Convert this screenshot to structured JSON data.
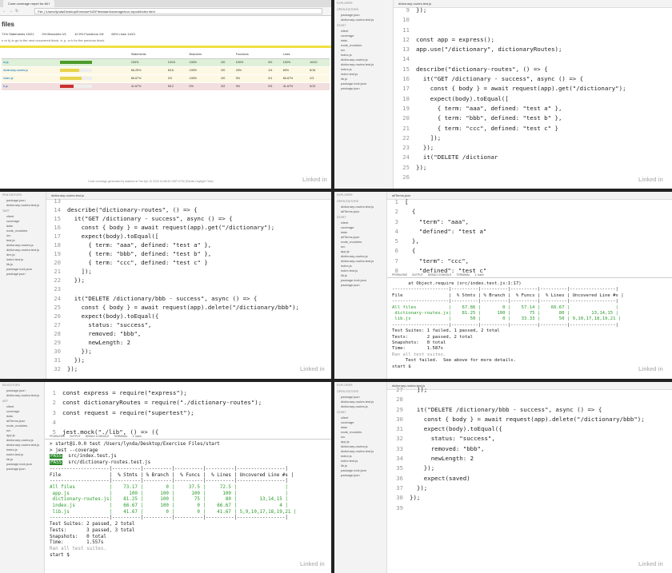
{
  "browser": {
    "tab_title": "Code coverage report for All f",
    "address": "File | /Users/lynda/Desktop/Exercise%20Files/start/coverage/lcov-report/index.html",
    "heading": "files",
    "summary": [
      "71% Statements 15/21",
      "0% Branches 0/1",
      "12.5% Functions 1/8",
      "66% Lines 14/21"
    ],
    "hint": "e or k) to go to the next uncovered block, b, p, or k for the previous block.",
    "columns": [
      "",
      "",
      "Statements",
      "",
      "Branches",
      "",
      "Functions",
      "",
      "Lines",
      ""
    ],
    "rows": [
      {
        "file": "st.js",
        "pct": "100%",
        "frac": "10/10",
        "b": "100%",
        "bf": "0/0",
        "f": "100%",
        "ff": "0/0",
        "l": "100%",
        "lf": "10/10",
        "fill": 1.0,
        "cls": "rg"
      },
      {
        "file": "dictionary-routes.js",
        "pct": "66.25%",
        "frac": "8/16",
        "b": "100%",
        "bf": "0/0",
        "f": "25%",
        "ff": "1/4",
        "l": "60%",
        "lf": "8/16",
        "fill": 0.6,
        "cls": "ry"
      },
      {
        "file": "index.js",
        "pct": "66.67%",
        "frac": "2/3",
        "b": "100%",
        "bf": "0/0",
        "f": "0%",
        "ff": "0/1",
        "l": "66.67%",
        "lf": "2/3",
        "fill": 0.67,
        "cls": "ry"
      },
      {
        "file": "b.js",
        "pct": "41.67%",
        "frac": "5/12",
        "b": "0%",
        "bf": "0/2",
        "f": "0%",
        "ff": "0/3",
        "l": "41.67%",
        "lf": "5/12",
        "fill": 0.42,
        "cls": "rr"
      }
    ],
    "footer": "Code coverage generated by istanbul at Tue Apr 10 2018 14:48:32 GMT-0700 (Pacific Daylight Time)"
  },
  "q2": {
    "tab": "dictionary-routes.test.js",
    "sidebar": [
      "EXPLORER",
      "OPEN EDITORS",
      "package.json",
      "dictionary-routes.test.js",
      "START",
      "client",
      "coverage",
      "data",
      "node_modules",
      "src",
      "index.js",
      "dictionary-routes.js",
      "dictionary-routes.test.js",
      "index.js",
      "index.test.js",
      "lib.js",
      "package-lock.json",
      "package.json"
    ],
    "lines": [
      {
        "n": "9",
        "t": "});"
      },
      {
        "n": "10",
        "t": ""
      },
      {
        "n": "11",
        "t": ""
      },
      {
        "n": "12",
        "t": "const app = express();"
      },
      {
        "n": "13",
        "t": "app.use(\"/dictionary\", dictionaryRoutes);"
      },
      {
        "n": "14",
        "t": ""
      },
      {
        "n": "15",
        "t": "describe(\"dictionary-routes\", () => {"
      },
      {
        "n": "16",
        "t": "  it(\"GET /dictionary - success\", async () => {"
      },
      {
        "n": "17",
        "t": "    const { body } = await request(app).get(\"/dictionary\");"
      },
      {
        "n": "18",
        "t": "    expect(body).toEqual(["
      },
      {
        "n": "19",
        "t": "      { term: \"aaa\", defined: \"test a\" },"
      },
      {
        "n": "20",
        "t": "      { term: \"bbb\", defined: \"test b\" },"
      },
      {
        "n": "21",
        "t": "      { term: \"ccc\", defined: \"test c\" }"
      },
      {
        "n": "22",
        "t": "    ]);"
      },
      {
        "n": "23",
        "t": "  });"
      },
      {
        "n": "24",
        "t": "  it(\"DELETE /dictionar"
      },
      {
        "n": "25",
        "t": "});"
      },
      {
        "n": "26",
        "t": ""
      }
    ]
  },
  "q3": {
    "tab": "dictionary-routes.test.js",
    "sidebar": [
      "PEN EDITORS",
      "package.json",
      "dictionary-routes.test.js",
      "TART",
      "client",
      "coverage",
      "data",
      "node_modules",
      "src",
      "test.js",
      "dictionary-routes.js",
      "dictionary-routes.test.js",
      "dex.js",
      "index.test.js",
      "lib.js",
      "package-lock.json",
      "package.json"
    ],
    "lines": [
      {
        "n": "13",
        "t": ""
      },
      {
        "n": "14",
        "t": "describe(\"dictionary-routes\", () => {"
      },
      {
        "n": "15",
        "t": "  it(\"GET /dictionary - success\", async () => {"
      },
      {
        "n": "16",
        "t": "    const { body } = await request(app).get(\"/dictionary\");"
      },
      {
        "n": "17",
        "t": "    expect(body).toEqual(["
      },
      {
        "n": "18",
        "t": "      { term: \"aaa\", defined: \"test a\" },"
      },
      {
        "n": "19",
        "t": "      { term: \"bbb\", defined: \"test b\" },"
      },
      {
        "n": "20",
        "t": "      { term: \"ccc\", defined: \"test c\" }"
      },
      {
        "n": "21",
        "t": "    ]);"
      },
      {
        "n": "22",
        "t": "  });"
      },
      {
        "n": "23",
        "t": ""
      },
      {
        "n": "24",
        "t": "  it(\"DELETE /dictionary/bbb - success\", async () => {"
      },
      {
        "n": "25",
        "t": "    const { body } = await request(app).delete(\"/dictionary/bbb\");"
      },
      {
        "n": "26",
        "t": "    expect(body).toEqual({"
      },
      {
        "n": "27",
        "t": "      status: \"success\","
      },
      {
        "n": "28",
        "t": "      removed: \"bbb\","
      },
      {
        "n": "29",
        "t": "      newLength: 2"
      },
      {
        "n": "30",
        "t": "    });"
      },
      {
        "n": "31",
        "t": "  });"
      },
      {
        "n": "32",
        "t": "});"
      }
    ]
  },
  "q4": {
    "tab": "allTerms.json",
    "sidebar": [
      "EXPLORER",
      "OPEN EDITORS",
      "dictionary-routes.test.js",
      "allTerms.json",
      "START",
      "client",
      "coverage",
      "data",
      "allTerms.json",
      "node_modules",
      "src",
      "app.js",
      "dictionary-routes.js",
      "dictionary-routes.test.js",
      "index.js",
      "index.test.js",
      "lib.js",
      "package-lock.json",
      "package.json"
    ],
    "lines": [
      {
        "n": "1",
        "t": "["
      },
      {
        "n": "2",
        "t": "  {"
      },
      {
        "n": "3",
        "t": "    \"term\": \"aaa\","
      },
      {
        "n": "4",
        "t": "    \"defined\": \"test a\""
      },
      {
        "n": "5",
        "t": "  },"
      },
      {
        "n": "6",
        "t": "  {"
      },
      {
        "n": "7",
        "t": "    \"term\": \"ccc\","
      },
      {
        "n": "8",
        "t": "    \"defined\": \"test c\""
      }
    ],
    "panel": [
      "PROBLEMS",
      "OUTPUT",
      "DEBUG CONSOLE",
      "TERMINAL",
      "1: bash"
    ],
    "terminal": [
      "      at Object.require (src/index.test.js:1:17)",
      "",
      "---------------------|----------|----------|----------|----------|-----------------|",
      "File                 |  % Stmts | % Branch |  % Funcs |  % Lines | Uncovered Line #s |",
      "---------------------|----------|----------|----------|----------|-----------------|",
      "All files            |    67.86 |        0 |    57.14 |    66.67 |                 |",
      " dictionary-routes.js|    81.25 |      100 |       75 |       80 |        13,14,15 |",
      " lib.js              |       50 |        0 |    33.33 |       50 | 9,10,17,18,19,21 |",
      "---------------------|----------|----------|----------|----------|-----------------|",
      "Test Suites: 1 failed, 1 passed, 2 total",
      "Tests:       2 passed, 2 total",
      "Snapshots:   0 total",
      "Time:        1.587s",
      "Ran all test suites.",
      "     Test failed.  See above for more details.",
      "start $ "
    ]
  },
  "q5": {
    "sidebar": [
      "EN EDITORS",
      "package.json",
      "dictionary-routes.test.js",
      "ART",
      "client",
      "coverage",
      "data",
      "allTerms.json",
      "node_modules",
      "src",
      "app.js",
      "dictionary-routes.js",
      "dictionary-routes.test.js",
      "index.js",
      "index.test.js",
      "lib.js",
      "package-lock.json",
      "package.json"
    ],
    "lines": [
      {
        "n": "1",
        "t": "const express = require(\"express\");"
      },
      {
        "n": "2",
        "t": "const dictionaryRoutes = require(\"./dictionary-routes\");"
      },
      {
        "n": "3",
        "t": "const request = require(\"supertest\");"
      },
      {
        "n": "4",
        "t": ""
      },
      {
        "n": "5",
        "t": "jest.mock(\"./lib\", () => ({"
      }
    ],
    "panel": [
      "PROBLEMS",
      "OUTPUT",
      "DEBUG CONSOLE",
      "TERMINAL",
      "1: bash"
    ],
    "terminal": [
      "> start@1.0.0 test /Users/lynda/Desktop/Exercise Files/start",
      "> jest --coverage",
      "",
      "PASS  src/index.test.js",
      "PASS  src/dictionary-routes.test.js",
      "---------------------|----------|----------|----------|----------|-----------------|",
      "File                 |  % Stmts | % Branch |  % Funcs |  % Lines | Uncovered Line #s |",
      "---------------------|----------|----------|----------|----------|-----------------|",
      "All files            |    73.17 |        0 |     37.5 |     72.5 |                 |",
      " app.js              |      100 |      100 |      100 |      100 |                 |",
      " dictionary-routes.js|    81.25 |      100 |       75 |       80 |        13,14,15 |",
      " index.js            |    66.67 |      100 |        0 |    66.67 |               4 |",
      " lib.js              |    41.67 |        0 |        0 |    41.67 | 5,9,10,17,18,19,21 |",
      "---------------------|----------|----------|----------|----------|-----------------|",
      "",
      "Test Suites: 2 passed, 2 total",
      "Tests:       3 passed, 3 total",
      "Snapshots:   0 total",
      "Time:        1.557s",
      "Ran all test suites.",
      "start $ "
    ]
  },
  "q6": {
    "tab": "dictionary-routes.test.js",
    "sidebar": [
      "EXPLORER",
      "OPEN EDITORS",
      "package.json",
      "dictionary-routes.test.js",
      "dictionary-routes.js",
      "START",
      "client",
      "coverage",
      "data",
      "node_modules",
      "src",
      "app.js",
      "dictionary-routes.js",
      "dictionary-routes.test.js",
      "index.js",
      "index.test.js",
      "lib.js",
      "package-lock.json",
      "package.json"
    ],
    "lines": [
      {
        "n": "27",
        "t": "  ]);"
      },
      {
        "n": "28",
        "t": ""
      },
      {
        "n": "29",
        "t": "  it(\"DELETE /dictionary/bbb - success\", async () => {"
      },
      {
        "n": "30",
        "t": "    const { body } = await request(app).delete(\"/dictionary/bbb\");"
      },
      {
        "n": "31",
        "t": "    expect(body).toEqual({"
      },
      {
        "n": "32",
        "t": "      status: \"success\","
      },
      {
        "n": "33",
        "t": "      removed: \"bbb\","
      },
      {
        "n": "34",
        "t": "      newLength: 2"
      },
      {
        "n": "35",
        "t": "    });"
      },
      {
        "n": "36",
        "t": "    expect(saved)"
      },
      {
        "n": "37",
        "t": "  });"
      },
      {
        "n": "38",
        "t": "});"
      },
      {
        "n": "39",
        "t": ""
      }
    ]
  },
  "watermark": "Linked in"
}
